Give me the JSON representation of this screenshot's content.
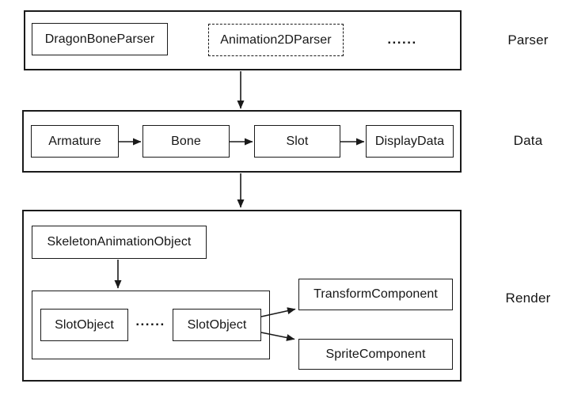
{
  "diagram": {
    "parser": {
      "label": "Parser",
      "dragon_bone_parser": "DragonBoneParser",
      "animation_2d_parser": "Animation2DParser",
      "ellipsis": "......"
    },
    "data": {
      "label": "Data",
      "armature": "Armature",
      "bone": "Bone",
      "slot": "Slot",
      "display_data": "DisplayData"
    },
    "render": {
      "label": "Render",
      "skeleton_animation_object": "SkeletonAnimationObject",
      "slot_object_left": "SlotObject",
      "slot_object_right": "SlotObject",
      "ellipsis": "......",
      "transform_component": "TransformComponent",
      "sprite_component": "SpriteComponent"
    },
    "colors": {
      "stroke": "#1a1a1a",
      "text": "#161616",
      "background": "#ffffff"
    }
  }
}
